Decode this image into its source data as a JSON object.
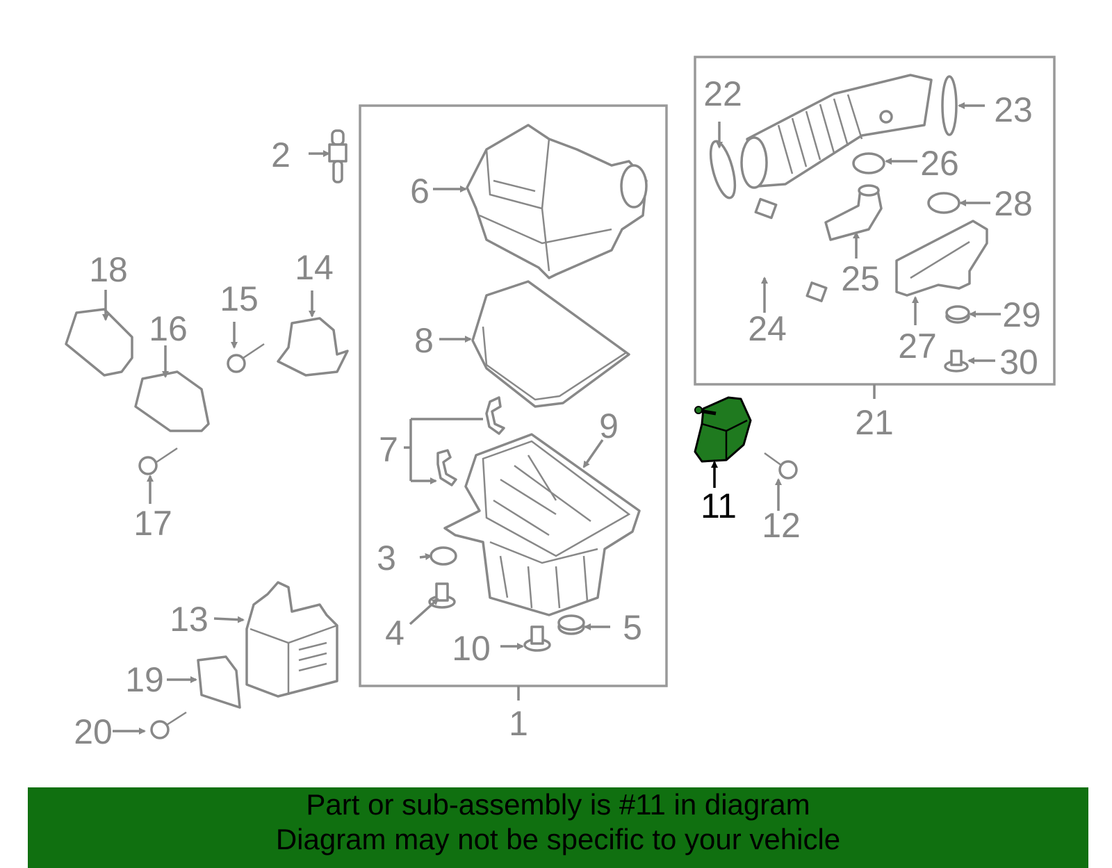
{
  "colors": {
    "line": "#888888",
    "highlight_fill": "#1f7a1f",
    "highlight_label": "#000000",
    "banner_background": "#107010",
    "banner_text": "#000000"
  },
  "callouts": {
    "c1": "1",
    "c2": "2",
    "c3": "3",
    "c4": "4",
    "c5": "5",
    "c6": "6",
    "c7": "7",
    "c8": "8",
    "c9": "9",
    "c10": "10",
    "c11": "11",
    "c12": "12",
    "c13": "13",
    "c14": "14",
    "c15": "15",
    "c16": "16",
    "c17": "17",
    "c18": "18",
    "c19": "19",
    "c20": "20",
    "c21": "21",
    "c22": "22",
    "c23": "23",
    "c24": "24",
    "c25": "25",
    "c26": "26",
    "c27": "27",
    "c28": "28",
    "c29": "29",
    "c30": "30"
  },
  "highlighted_part": "11",
  "banner": {
    "line1": "Part or sub-assembly is #11 in diagram",
    "line2": "Diagram may not be specific to your vehicle"
  }
}
